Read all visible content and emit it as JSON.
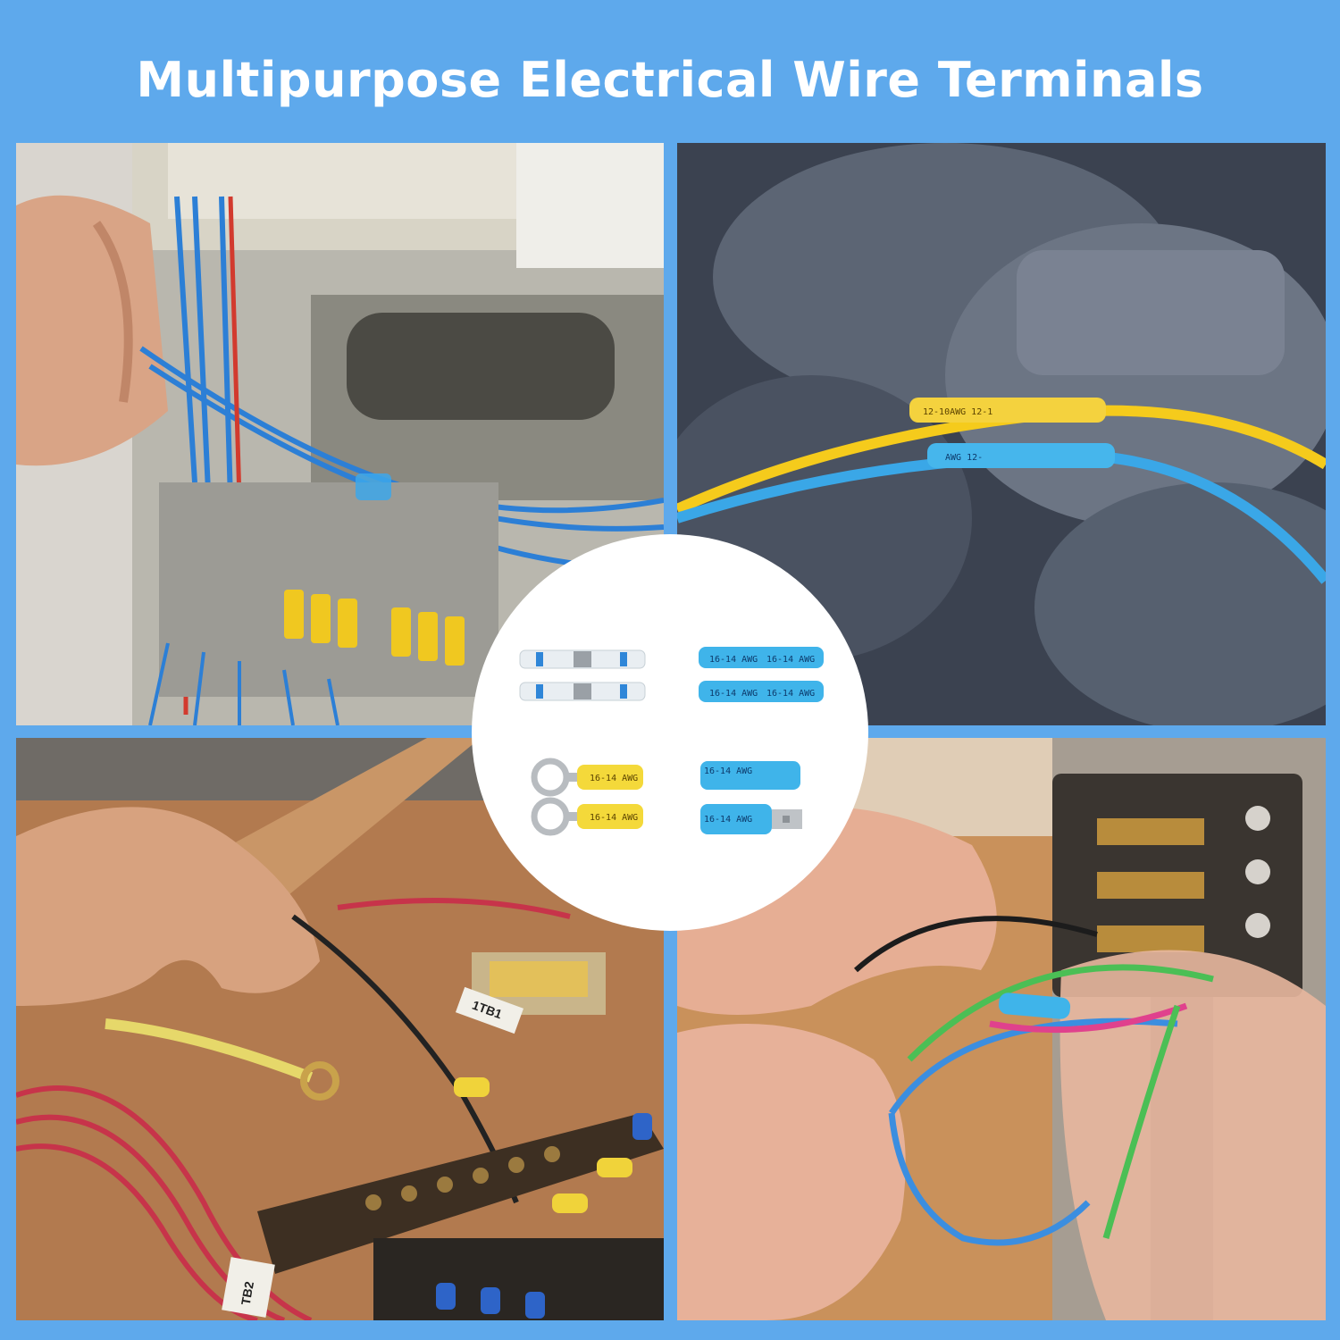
{
  "title": "Multipurpose Electrical Wire Terminals",
  "panels": [
    {
      "id": "electrical-cabinet-photo",
      "scene": "cabinet"
    },
    {
      "id": "engine-wires-photo",
      "scene": "engine",
      "sleeve_text": [
        "12-10AWG 12-1",
        "AWG 12-"
      ]
    },
    {
      "id": "terminal-block-board-photo",
      "scene": "board",
      "labels": [
        "1TB1",
        "TB2"
      ]
    },
    {
      "id": "motor-switch-wiring-photo",
      "scene": "motor"
    }
  ],
  "terminals": {
    "solder_seal": {
      "count": 2
    },
    "butt_connector": {
      "label": "16-14 AWG",
      "count": 2
    },
    "ring_terminal": {
      "label": "16-14 AWG",
      "count": 2
    },
    "spade_connectors": {
      "female_label": "16-14 AWG",
      "male_label": "16-14 AWG"
    }
  },
  "colors": {
    "background": "#5ea9ec",
    "title": "#ffffff",
    "blue_terminal": "#3fb4ea",
    "yellow_terminal": "#f4d93a"
  }
}
